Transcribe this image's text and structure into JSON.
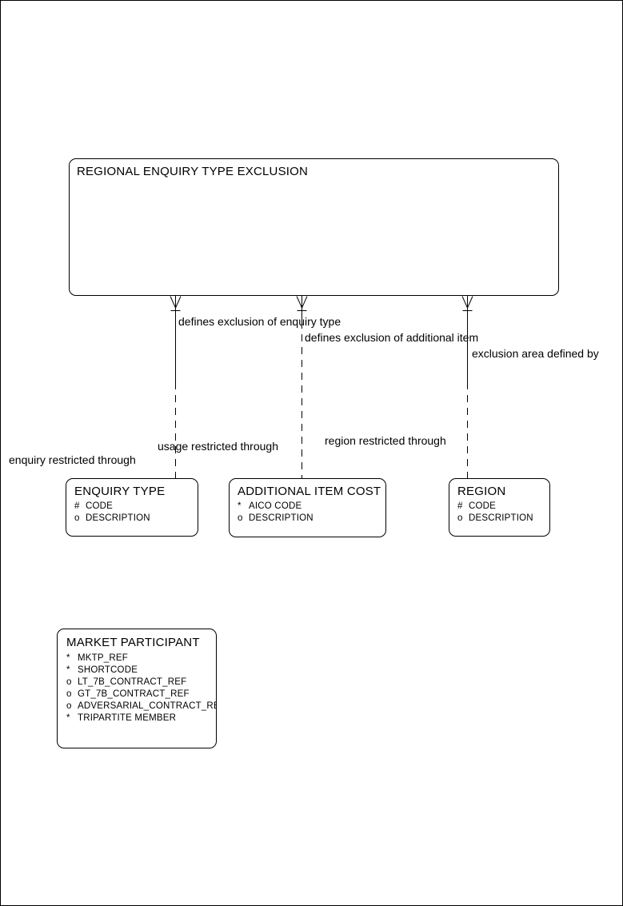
{
  "canvas": {
    "background_color": "#ffffff",
    "line_color": "#000000",
    "text_color": "#000000"
  },
  "root_entity": {
    "title": "REGIONAL ENQUIRY TYPE EXCLUSION"
  },
  "relationships": [
    {
      "label_near_root": "defines exclusion of enquiry type",
      "label_near_child": "enquiry restricted through",
      "child": "ENQUIRY TYPE"
    },
    {
      "label_near_root": "defines exclusion of additional item",
      "label_near_child": "usage restricted through",
      "child": "ADDITIONAL ITEM COST"
    },
    {
      "label_near_root": "exclusion area defined by",
      "label_near_child": "region restricted through",
      "child": "REGION"
    }
  ],
  "entities": {
    "enquiry_type": {
      "title": "ENQUIRY TYPE",
      "attributes": [
        {
          "prefix": "#",
          "name": "CODE"
        },
        {
          "prefix": "o",
          "name": "DESCRIPTION"
        }
      ]
    },
    "additional_item_cost": {
      "title": "ADDITIONAL ITEM COST",
      "attributes": [
        {
          "prefix": "*",
          "name": "AICO CODE"
        },
        {
          "prefix": "o",
          "name": "DESCRIPTION"
        }
      ]
    },
    "region": {
      "title": "REGION",
      "attributes": [
        {
          "prefix": "#",
          "name": "CODE"
        },
        {
          "prefix": "o",
          "name": "DESCRIPTION"
        }
      ]
    },
    "market_participant": {
      "title": "MARKET PARTICIPANT",
      "attributes": [
        {
          "prefix": "*",
          "name": "MKTP_REF"
        },
        {
          "prefix": "*",
          "name": "SHORTCODE"
        },
        {
          "prefix": "o",
          "name": "LT_7B_CONTRACT_REF"
        },
        {
          "prefix": "o",
          "name": "GT_7B_CONTRACT_REF"
        },
        {
          "prefix": "o",
          "name": "ADVERSARIAL_CONTRACT_REF"
        },
        {
          "prefix": "*",
          "name": "TRIPARTITE MEMBER"
        }
      ]
    }
  }
}
